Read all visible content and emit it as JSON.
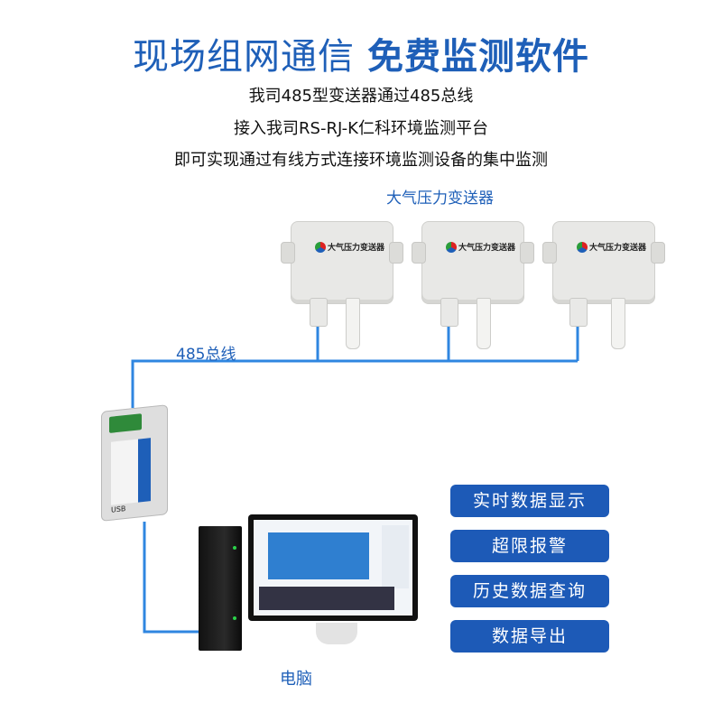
{
  "header": {
    "title_part1": "现场组网通信",
    "title_part2": "免费监测软件",
    "lines": [
      "我司485型变送器通过485总线",
      "接入我司RS-RJ-K仁科环境监测平台",
      "即可实现通过有线方式连接环境监测设备的集中监测"
    ]
  },
  "labels": {
    "sensor_group": "大气压力变送器",
    "bus": "485总线",
    "computer": "电脑"
  },
  "sensor": {
    "name": "大气压力变送器"
  },
  "converter": {
    "port": "USB"
  },
  "features": [
    "实时数据显示",
    "超限报警",
    "历史数据查询",
    "数据导出"
  ],
  "colors": {
    "accent": "#1e5fb8",
    "button": "#1d5ab7",
    "wire": "#2f86e0"
  }
}
